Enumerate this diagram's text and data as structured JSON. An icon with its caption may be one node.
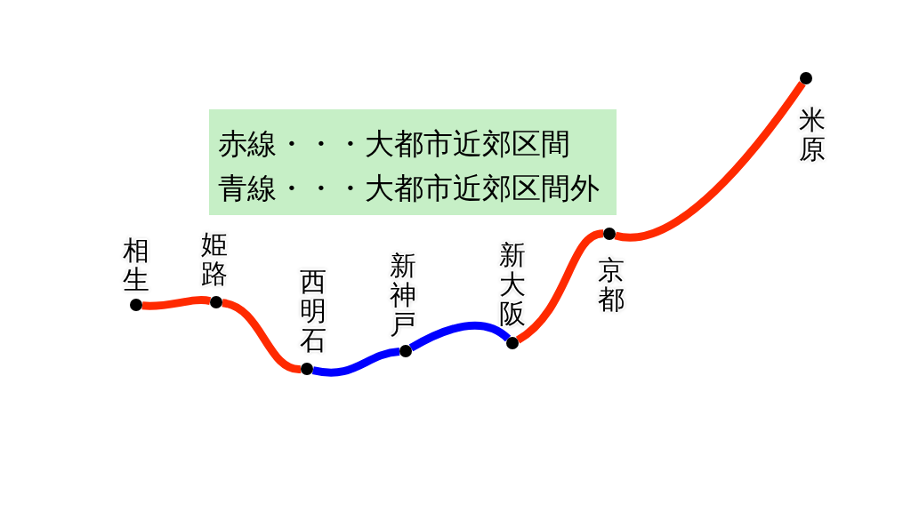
{
  "diagram": {
    "nodes": [
      {
        "text": [
          "赤線・・・大都市近郊区間",
          "青線・・・大都市近郊区間外"
        ]
      },
      {
        "text": [],
        "shape": "circle",
        "beside": [
          "相生"
        ]
      },
      {
        "text": [],
        "shape": "circle",
        "beside": [
          "姫路"
        ]
      },
      {
        "text": [],
        "shape": "circle",
        "beside": [
          "西明石"
        ]
      },
      {
        "text": [],
        "shape": "circle",
        "beside": [
          "新神戸"
        ]
      },
      {
        "text": [],
        "shape": "circle",
        "beside": [
          "新大阪"
        ]
      },
      {
        "text": [],
        "shape": "circle",
        "beside": [
          "京都"
        ]
      },
      {
        "text": [],
        "shape": "circle",
        "beside": [
          "米原"
        ]
      }
    ],
    "edges": [
      {
        "from": 1,
        "to": 2,
        "arrow": "none"
      },
      {
        "from": 2,
        "to": 3,
        "arrow": "none"
      },
      {
        "from": 3,
        "to": 4,
        "arrow": "none",
        "color": "#0000ff"
      },
      {
        "from": 4,
        "to": 5,
        "arrow": "none",
        "color": "#0000ff"
      },
      {
        "from": 5,
        "to": 6,
        "arrow": "none"
      },
      {
        "from": 6,
        "to": 7,
        "arrow": "none"
      }
    ]
  }
}
